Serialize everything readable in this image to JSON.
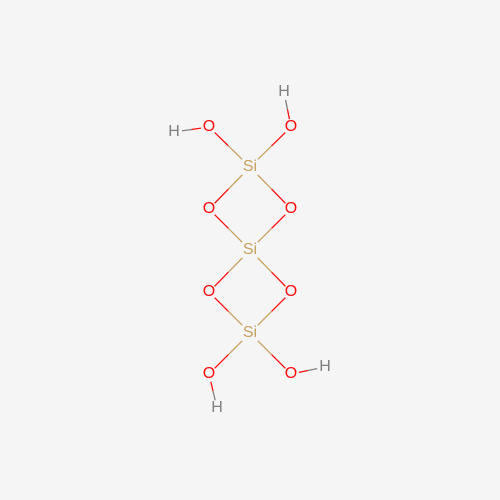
{
  "molecule": {
    "atoms": [
      {
        "id": "H1",
        "label": "H",
        "element": "H"
      },
      {
        "id": "O1",
        "label": "O",
        "element": "O"
      },
      {
        "id": "H2",
        "label": "H",
        "element": "H"
      },
      {
        "id": "O2",
        "label": "O",
        "element": "O"
      },
      {
        "id": "Si1",
        "label": "Si",
        "element": "Si"
      },
      {
        "id": "O3",
        "label": "O",
        "element": "O"
      },
      {
        "id": "O4",
        "label": "O",
        "element": "O"
      },
      {
        "id": "Si2",
        "label": "Si",
        "element": "Si"
      },
      {
        "id": "O5",
        "label": "O",
        "element": "O"
      },
      {
        "id": "O6",
        "label": "O",
        "element": "O"
      },
      {
        "id": "Si3",
        "label": "Si",
        "element": "Si"
      },
      {
        "id": "O7",
        "label": "O",
        "element": "O"
      },
      {
        "id": "O8",
        "label": "O",
        "element": "O"
      },
      {
        "id": "H3",
        "label": "H",
        "element": "H"
      },
      {
        "id": "H4",
        "label": "H",
        "element": "H"
      }
    ],
    "bonds": [
      [
        "H1",
        "O1"
      ],
      [
        "O1",
        "Si1"
      ],
      [
        "H2",
        "O2"
      ],
      [
        "O2",
        "Si1"
      ],
      [
        "Si1",
        "O3"
      ],
      [
        "Si1",
        "O4"
      ],
      [
        "O3",
        "Si2"
      ],
      [
        "O4",
        "Si2"
      ],
      [
        "Si2",
        "O5"
      ],
      [
        "Si2",
        "O6"
      ],
      [
        "O5",
        "Si3"
      ],
      [
        "O6",
        "Si3"
      ],
      [
        "Si3",
        "O7"
      ],
      [
        "Si3",
        "O8"
      ],
      [
        "O7",
        "H3"
      ],
      [
        "O8",
        "H4"
      ]
    ]
  },
  "colors": {
    "background": "#f5f5f5",
    "H": "#808080",
    "O": "#ff0d0d",
    "Si": "#c8a060"
  }
}
